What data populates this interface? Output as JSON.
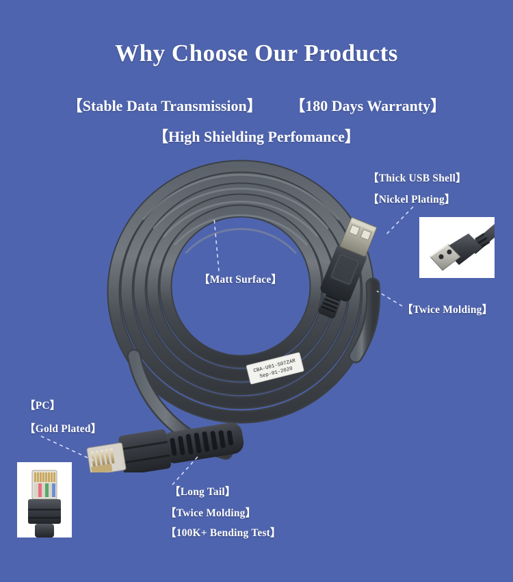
{
  "header": {
    "title": "Why Choose Our Products",
    "subtitles_row1": [
      "【Stable Data Transmission】",
      "【180 Days Warranty】"
    ],
    "subtitles_row2": [
      "【High Shielding Perfomance】"
    ]
  },
  "callouts": {
    "thick_usb_shell": "【Thick USB Shell】",
    "nickel_plating": "【Nickel Plating】",
    "twice_molding_usb": "【Twice Molding】",
    "matt_surface": "【Matt Surface】",
    "pc": "【PC】",
    "gold_plated": "【Gold Plated】",
    "long_tail": "【Long Tail】",
    "twice_molding_rj45": "【Twice Molding】",
    "bending_test": "【100K+ Bending Test】"
  },
  "cable_label": {
    "line1": "CBA-U01-S07ZAR",
    "line2": "Sep-01-2020"
  },
  "insets": {
    "usb_connector_photo": "usb-type-a-connector-photo",
    "rj45_connector_photo": "rj45-connector-photo"
  },
  "colors": {
    "background": "#4f64ae",
    "text": "#ffffff",
    "cable_gray": "#4a4f55",
    "cable_highlight": "#6e747b",
    "connector_black": "#2f3237",
    "nickel": "#b9b7a8",
    "gold": "#c8a martyr",
    "inset_bg": "#ffffff",
    "leader_line": "#e8ecff"
  }
}
